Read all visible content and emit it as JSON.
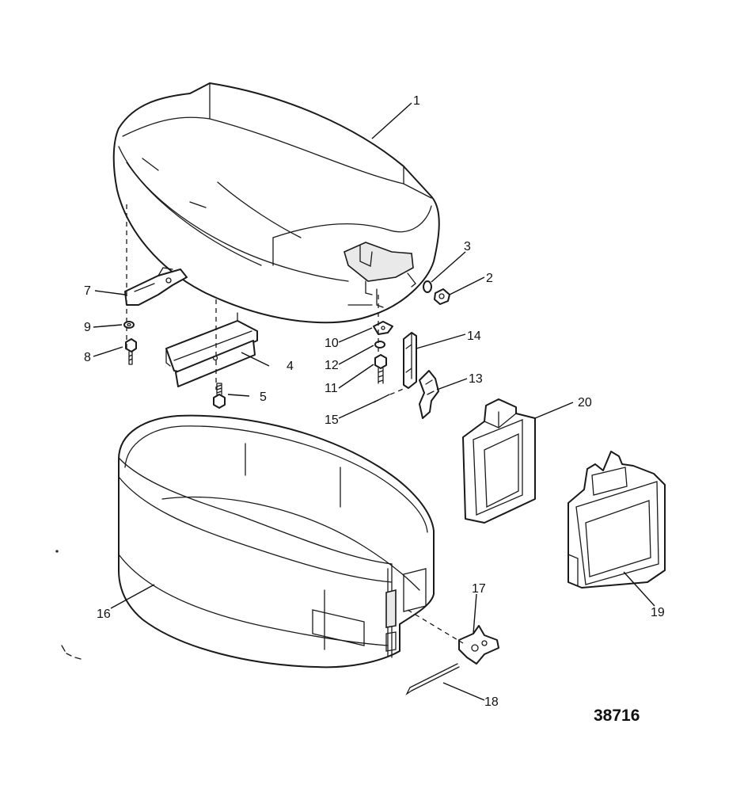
{
  "figure_number": "38716",
  "callouts": {
    "c1": "1",
    "c2": "2",
    "c3": "3",
    "c4": "4",
    "c5": "5",
    "c6": "7",
    "c7": "9",
    "c8": "8",
    "c9": "10",
    "c10": "12",
    "c11": "11",
    "c12": "14",
    "c13": "13",
    "c14": "15",
    "c15": "20",
    "c16": "19",
    "c17": "16",
    "c18": "17",
    "c19": "18"
  }
}
